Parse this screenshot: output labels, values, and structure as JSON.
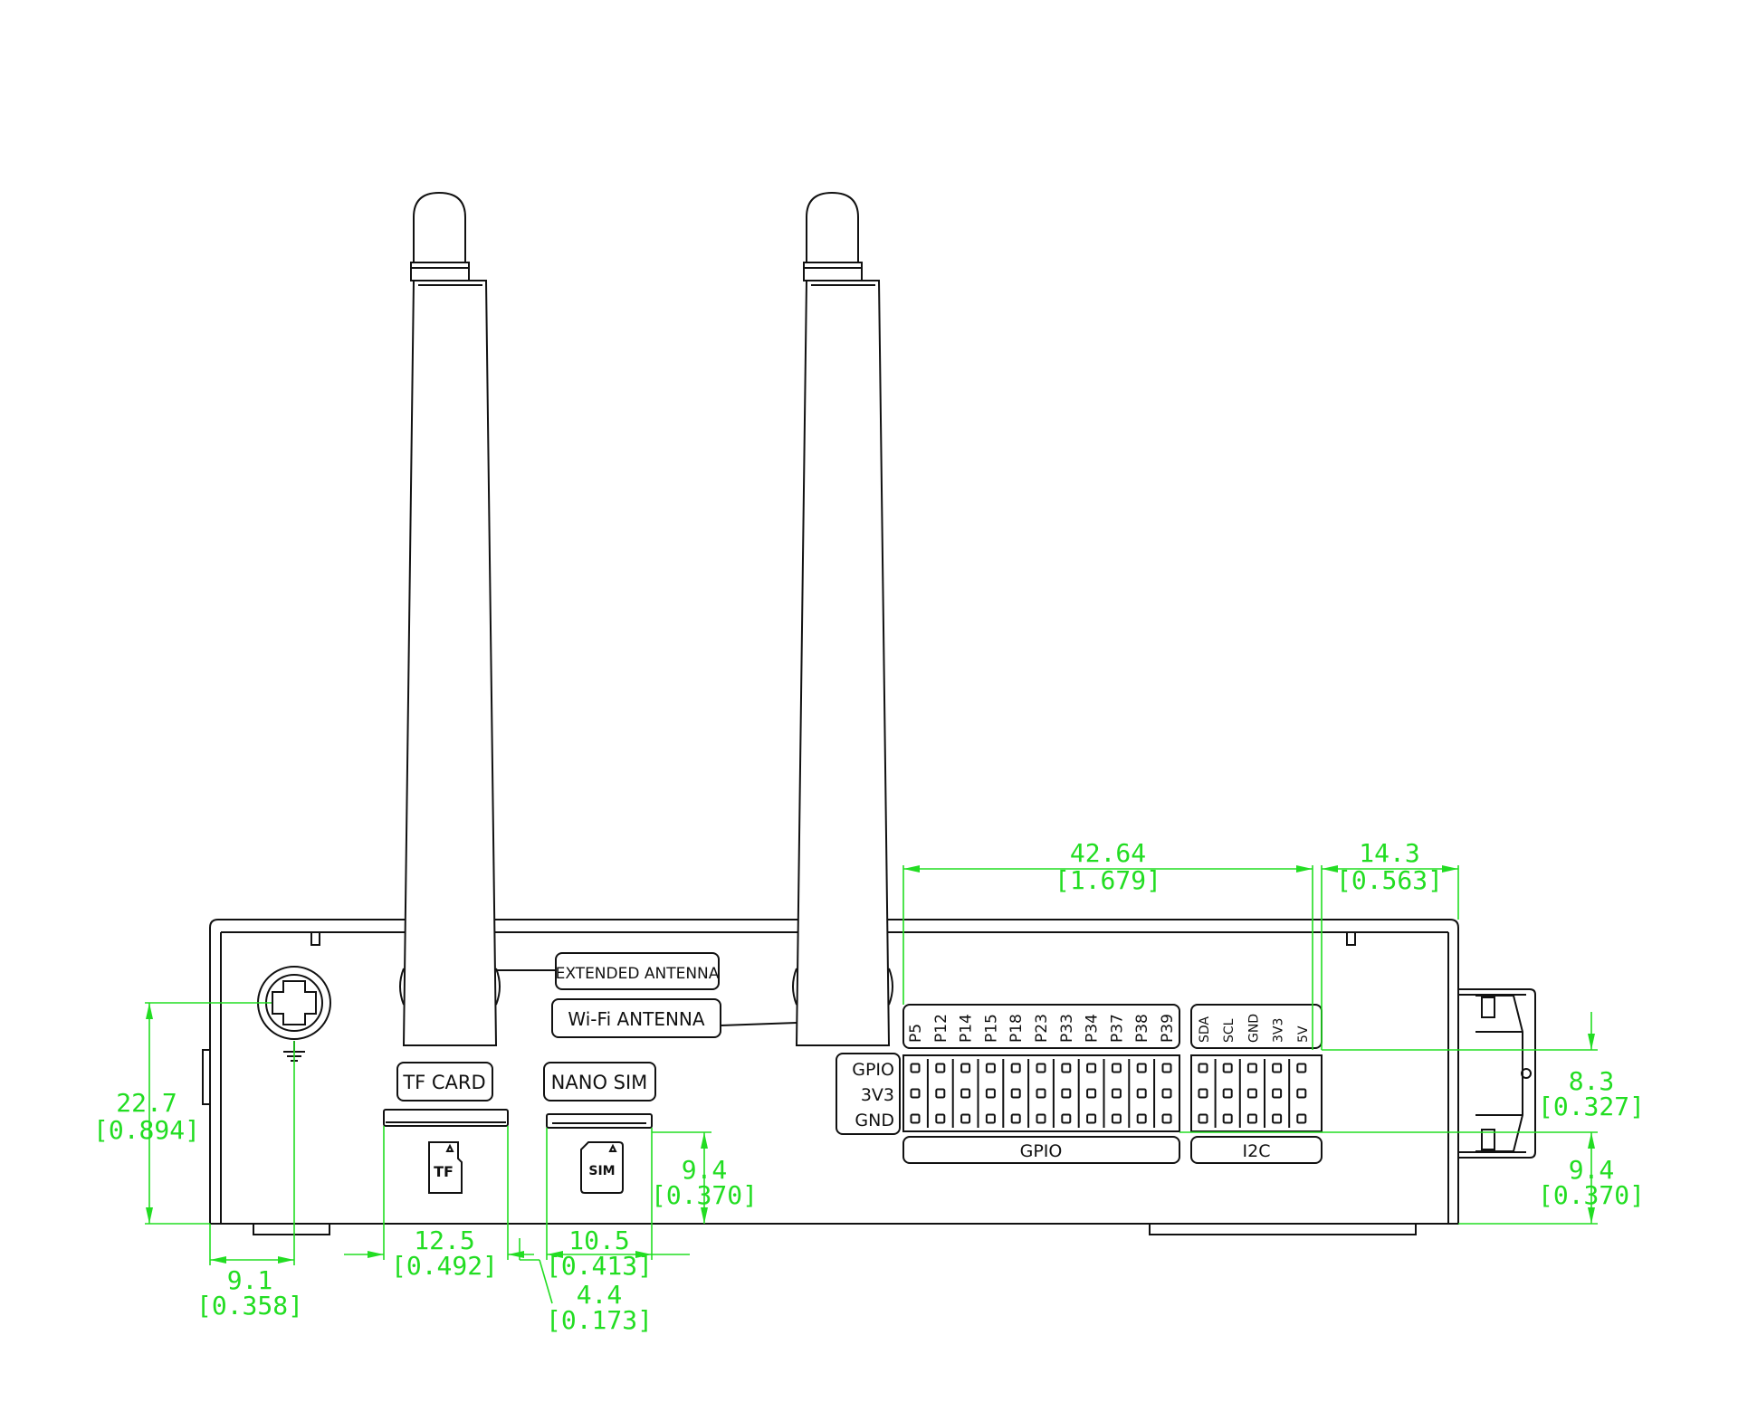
{
  "labels": {
    "extended_antenna": "EXTENDED ANTENNA",
    "wifi_antenna": "Wi-Fi  ANTENNA",
    "tf_card": "TF CARD",
    "nano_sim": "NANO SIM",
    "tf_icon": "TF",
    "sim_icon": "SIM",
    "gpio_group": "GPIO",
    "i2c_group": "I2C"
  },
  "row_labels": [
    "GPIO",
    "3V3",
    "GND"
  ],
  "gpio_pins": [
    "P5",
    "P12",
    "P14",
    "P15",
    "P18",
    "P23",
    "P33",
    "P34",
    "P37",
    "P38",
    "P39"
  ],
  "i2c_pins": [
    "SDA",
    "SCL",
    "GND",
    "3V3",
    "5V"
  ],
  "dimensions": {
    "gpio_width": {
      "mm": "42.64",
      "in": "[1.679]"
    },
    "i2c_width": {
      "mm": "14.3",
      "in": "[0.563]"
    },
    "left_height": {
      "mm": "22.7",
      "in": "[0.894]"
    },
    "screw_offset": {
      "mm": "9.1",
      "in": "[0.358]"
    },
    "tf_width": {
      "mm": "12.5",
      "in": "[0.492]"
    },
    "gap": {
      "mm": "4.4",
      "in": "[0.173]"
    },
    "sim_width": {
      "mm": "10.5",
      "in": "[0.413]"
    },
    "sim_height": {
      "mm": "9.4",
      "in": "[0.370]"
    },
    "header_height": {
      "mm": "8.3",
      "in": "[0.327]"
    },
    "right_height": {
      "mm": "9.4",
      "in": "[0.370]"
    }
  },
  "colors": {
    "outline": "#111111",
    "dimension": "#22dd22"
  },
  "icons": [
    "antenna",
    "ground-screw",
    "ground-symbol",
    "tf-card-icon",
    "sim-card-icon",
    "pin-header",
    "side-connector"
  ]
}
